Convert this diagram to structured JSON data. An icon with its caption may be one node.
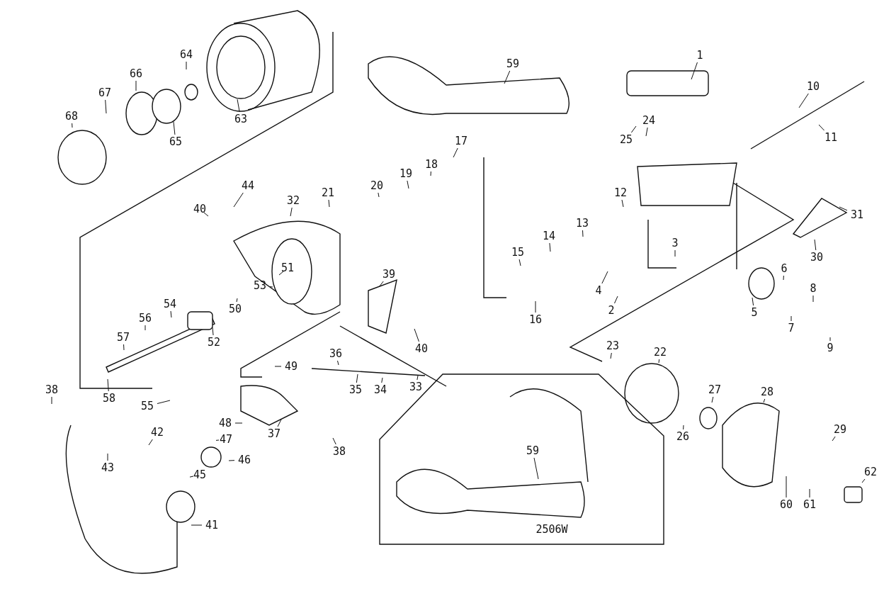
{
  "diagram": {
    "nodes": [
      {
        "text": [
          "64"
        ]
      },
      {
        "text": [
          "1"
        ]
      },
      {
        "text": [
          "59"
        ]
      },
      {
        "text": [
          "66"
        ]
      },
      {
        "text": [
          "10"
        ]
      },
      {
        "text": [
          "67"
        ]
      },
      {
        "text": [
          "68"
        ]
      },
      {
        "text": [
          "63"
        ]
      },
      {
        "text": [
          "24"
        ]
      },
      {
        "text": [
          "11"
        ]
      },
      {
        "text": [
          "65"
        ]
      },
      {
        "text": [
          "25"
        ]
      },
      {
        "text": [
          "17"
        ]
      },
      {
        "text": [
          "18"
        ]
      },
      {
        "text": [
          "19"
        ]
      },
      {
        "text": [
          "44"
        ]
      },
      {
        "text": [
          "20"
        ]
      },
      {
        "text": [
          "21"
        ]
      },
      {
        "text": [
          "12"
        ]
      },
      {
        "text": [
          "32"
        ]
      },
      {
        "text": [
          "40"
        ]
      },
      {
        "text": [
          "31"
        ]
      },
      {
        "text": [
          "13"
        ]
      },
      {
        "text": [
          "14"
        ]
      },
      {
        "text": [
          "3"
        ]
      },
      {
        "text": [
          "15"
        ]
      },
      {
        "text": [
          "30"
        ]
      },
      {
        "text": [
          "51"
        ]
      },
      {
        "text": [
          "6"
        ]
      },
      {
        "text": [
          "39"
        ]
      },
      {
        "text": [
          "53"
        ]
      },
      {
        "text": [
          "8"
        ]
      },
      {
        "text": [
          "4"
        ]
      },
      {
        "text": [
          "54"
        ]
      },
      {
        "text": [
          "50"
        ]
      },
      {
        "text": [
          "2"
        ]
      },
      {
        "text": [
          "5"
        ]
      },
      {
        "text": [
          "56"
        ]
      },
      {
        "text": [
          "16"
        ]
      },
      {
        "text": [
          "7"
        ]
      },
      {
        "text": [
          "52"
        ]
      },
      {
        "text": [
          "57"
        ]
      },
      {
        "text": [
          "23"
        ]
      },
      {
        "text": [
          "40"
        ]
      },
      {
        "text": [
          "9"
        ]
      },
      {
        "text": [
          "22"
        ]
      },
      {
        "text": [
          "36"
        ]
      },
      {
        "text": [
          "49"
        ]
      },
      {
        "text": [
          "27"
        ]
      },
      {
        "text": [
          "38"
        ]
      },
      {
        "text": [
          "35"
        ]
      },
      {
        "text": [
          "34"
        ]
      },
      {
        "text": [
          "33"
        ]
      },
      {
        "text": [
          "28"
        ]
      },
      {
        "text": [
          "58"
        ]
      },
      {
        "text": [
          "55"
        ]
      },
      {
        "text": [
          "48"
        ]
      },
      {
        "text": [
          "42"
        ]
      },
      {
        "text": [
          "37"
        ]
      },
      {
        "text": [
          "29"
        ]
      },
      {
        "text": [
          "47"
        ]
      },
      {
        "text": [
          "26"
        ]
      },
      {
        "text": [
          "38"
        ]
      },
      {
        "text": [
          "46"
        ]
      },
      {
        "text": [
          "43"
        ]
      },
      {
        "text": [
          "62"
        ]
      },
      {
        "text": [
          "45"
        ]
      },
      {
        "text": [
          "60"
        ]
      },
      {
        "text": [
          "61"
        ]
      },
      {
        "text": [
          "41"
        ]
      },
      {
        "text": [
          "2506W"
        ]
      },
      {
        "text": [
          "59"
        ],
        "in": 70
      }
    ],
    "edges": [
      {
        "from": 0,
        "to": null,
        "arrow": "none"
      },
      {
        "from": 1,
        "to": null,
        "arrow": "none"
      },
      {
        "from": 2,
        "to": null,
        "arrow": "none"
      },
      {
        "from": 3,
        "to": null,
        "arrow": "none"
      },
      {
        "from": 4,
        "to": null,
        "arrow": "none"
      },
      {
        "from": 5,
        "to": null,
        "arrow": "none"
      },
      {
        "from": 6,
        "to": null,
        "arrow": "none"
      },
      {
        "from": 7,
        "to": null,
        "arrow": "none"
      },
      {
        "from": 8,
        "to": null,
        "arrow": "none"
      },
      {
        "from": 9,
        "to": null,
        "arrow": "none"
      },
      {
        "from": 10,
        "to": null,
        "arrow": "none"
      },
      {
        "from": 11,
        "to": null,
        "arrow": "none"
      },
      {
        "from": 12,
        "to": null,
        "arrow": "none"
      },
      {
        "from": 13,
        "to": null,
        "arrow": "none"
      },
      {
        "from": 14,
        "to": null,
        "arrow": "none"
      },
      {
        "from": 15,
        "to": null,
        "arrow": "none"
      },
      {
        "from": 16,
        "to": null,
        "arrow": "none"
      },
      {
        "from": 17,
        "to": null,
        "arrow": "none"
      },
      {
        "from": 18,
        "to": null,
        "arrow": "none"
      },
      {
        "from": 19,
        "to": null,
        "arrow": "none"
      },
      {
        "from": 20,
        "to": null,
        "arrow": "none"
      },
      {
        "from": 21,
        "to": null,
        "arrow": "none"
      },
      {
        "from": 22,
        "to": null,
        "arrow": "none"
      },
      {
        "from": 23,
        "to": null,
        "arrow": "none"
      },
      {
        "from": 24,
        "to": null,
        "arrow": "none"
      },
      {
        "from": 25,
        "to": null,
        "arrow": "none"
      },
      {
        "from": 26,
        "to": null,
        "arrow": "none"
      },
      {
        "from": 27,
        "to": null,
        "arrow": "none"
      },
      {
        "from": 28,
        "to": null,
        "arrow": "none"
      },
      {
        "from": 29,
        "to": null,
        "arrow": "none"
      },
      {
        "from": 30,
        "to": null,
        "arrow": "none"
      },
      {
        "from": 31,
        "to": null,
        "arrow": "none"
      },
      {
        "from": 32,
        "to": null,
        "arrow": "none"
      },
      {
        "from": 33,
        "to": null,
        "arrow": "none"
      },
      {
        "from": 34,
        "to": null,
        "arrow": "none"
      },
      {
        "from": 35,
        "to": null,
        "arrow": "none"
      },
      {
        "from": 36,
        "to": null,
        "arrow": "none"
      },
      {
        "from": 37,
        "to": null,
        "arrow": "none"
      },
      {
        "from": 38,
        "to": null,
        "arrow": "none"
      },
      {
        "from": 39,
        "to": null,
        "arrow": "none"
      },
      {
        "from": 40,
        "to": null,
        "arrow": "none"
      },
      {
        "from": 41,
        "to": null,
        "arrow": "none"
      },
      {
        "from": 42,
        "to": null,
        "arrow": "none"
      },
      {
        "from": 43,
        "to": null,
        "arrow": "none"
      },
      {
        "from": 44,
        "to": null,
        "arrow": "none"
      },
      {
        "from": 45,
        "to": null,
        "arrow": "none"
      },
      {
        "from": 46,
        "to": null,
        "arrow": "none"
      },
      {
        "from": 47,
        "to": null,
        "arrow": "none"
      },
      {
        "from": 48,
        "to": null,
        "arrow": "none"
      },
      {
        "from": 49,
        "to": null,
        "arrow": "none"
      },
      {
        "from": 50,
        "to": null,
        "arrow": "none"
      },
      {
        "from": 51,
        "to": null,
        "arrow": "none"
      },
      {
        "from": 52,
        "to": null,
        "arrow": "none"
      },
      {
        "from": 53,
        "to": null,
        "arrow": "none"
      },
      {
        "from": 54,
        "to": null,
        "arrow": "none"
      },
      {
        "from": 55,
        "to": null,
        "arrow": "none"
      },
      {
        "from": 56,
        "to": null,
        "arrow": "none"
      },
      {
        "from": 57,
        "to": null,
        "arrow": "none"
      },
      {
        "from": 58,
        "to": null,
        "arrow": "none"
      },
      {
        "from": 59,
        "to": null,
        "arrow": "none"
      },
      {
        "from": 60,
        "to": null,
        "arrow": "none"
      },
      {
        "from": 61,
        "to": null,
        "arrow": "none"
      },
      {
        "from": 62,
        "to": null,
        "arrow": "none"
      },
      {
        "from": 63,
        "to": null,
        "arrow": "none"
      },
      {
        "from": 64,
        "to": null,
        "arrow": "none"
      },
      {
        "from": 65,
        "to": null,
        "arrow": "none"
      },
      {
        "from": 66,
        "to": null,
        "arrow": "none"
      },
      {
        "from": 67,
        "to": null,
        "arrow": "none"
      },
      {
        "from": 68,
        "to": null,
        "arrow": "none"
      },
      {
        "from": 69,
        "to": null,
        "arrow": "none"
      },
      {
        "from": 71,
        "to": null,
        "arrow": "none"
      }
    ]
  }
}
